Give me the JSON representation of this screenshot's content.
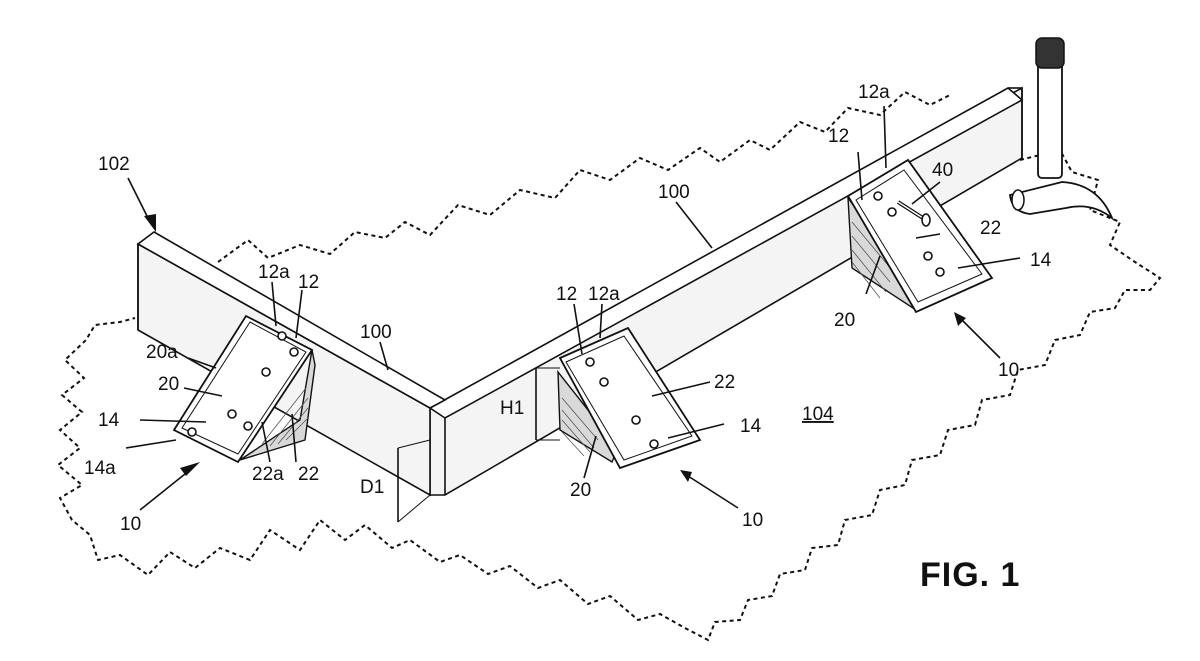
{
  "figure": {
    "title": "FIG. 1",
    "reference_numerals": {
      "support_left": "102",
      "ground_area": "104",
      "board_left": "100",
      "board_right": "100",
      "bracket_left": {
        "n12a": "12a",
        "n12": "12",
        "n20a": "20a",
        "n20": "20",
        "n14": "14",
        "n14a": "14a",
        "n22a": "22a",
        "n22": "22",
        "n10": "10"
      },
      "bracket_middle": {
        "n12": "12",
        "n12a": "12a",
        "n22": "22",
        "n14": "14",
        "n20": "20",
        "n10": "10",
        "h1": "H1"
      },
      "bracket_right": {
        "n12a": "12a",
        "n12": "12",
        "n40": "40",
        "n22": "22",
        "n14": "14",
        "n20": "20",
        "n10": "10"
      },
      "depth": "D1"
    },
    "icons": [
      "hammer-icon",
      "nail-icon",
      "mounting-bracket-icon"
    ]
  }
}
